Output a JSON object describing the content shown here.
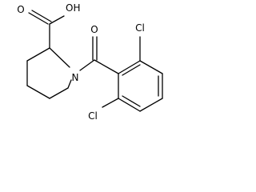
{
  "molecule": {
    "labels": {
      "carboxyl_oxygen": "O",
      "hydroxyl": "OH",
      "ring_nitrogen": "N",
      "carbonyl_oxygen": "O",
      "chlorine_top": "Cl",
      "chlorine_bottom": "Cl"
    }
  }
}
